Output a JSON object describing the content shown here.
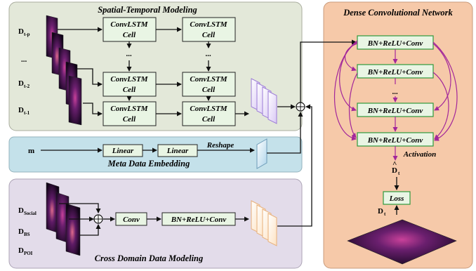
{
  "sections": {
    "stm_title": "Spatial-Temporal Modeling",
    "dcn_title": "Dense Convolutional Network",
    "meta_title": "Meta Data Embedding",
    "cross_title": "Cross Domain Data Modeling"
  },
  "inputs": {
    "d_main": "D",
    "sub_tp": "t-p",
    "sub_t2": "t-2",
    "sub_t1": "t-1",
    "ellipsis": "...",
    "m": "m",
    "sub_social": "Social",
    "sub_bs": "BS",
    "sub_poi": "POI",
    "sub_t": "t"
  },
  "blocks": {
    "convlstm_line1": "ConvLSTM",
    "convlstm_line2": "Cell",
    "vdots": "...",
    "linear": "Linear",
    "reshape": "Reshape",
    "conv": "Conv",
    "bn_relu_conv": "BN+ReLU+Conv",
    "dense_dots": "...",
    "activation": "Activation",
    "loss": "Loss",
    "plus": "⊕"
  },
  "colors": {
    "stm_bg": "#e3e8d9",
    "dcn_bg": "#f6c9a9",
    "meta_bg": "#c4e1ea",
    "cross_bg": "#e3dcea",
    "green_block": "#e9f5e4",
    "green_border": "#2f9a3c",
    "purple_arrow": "#a2269a"
  }
}
